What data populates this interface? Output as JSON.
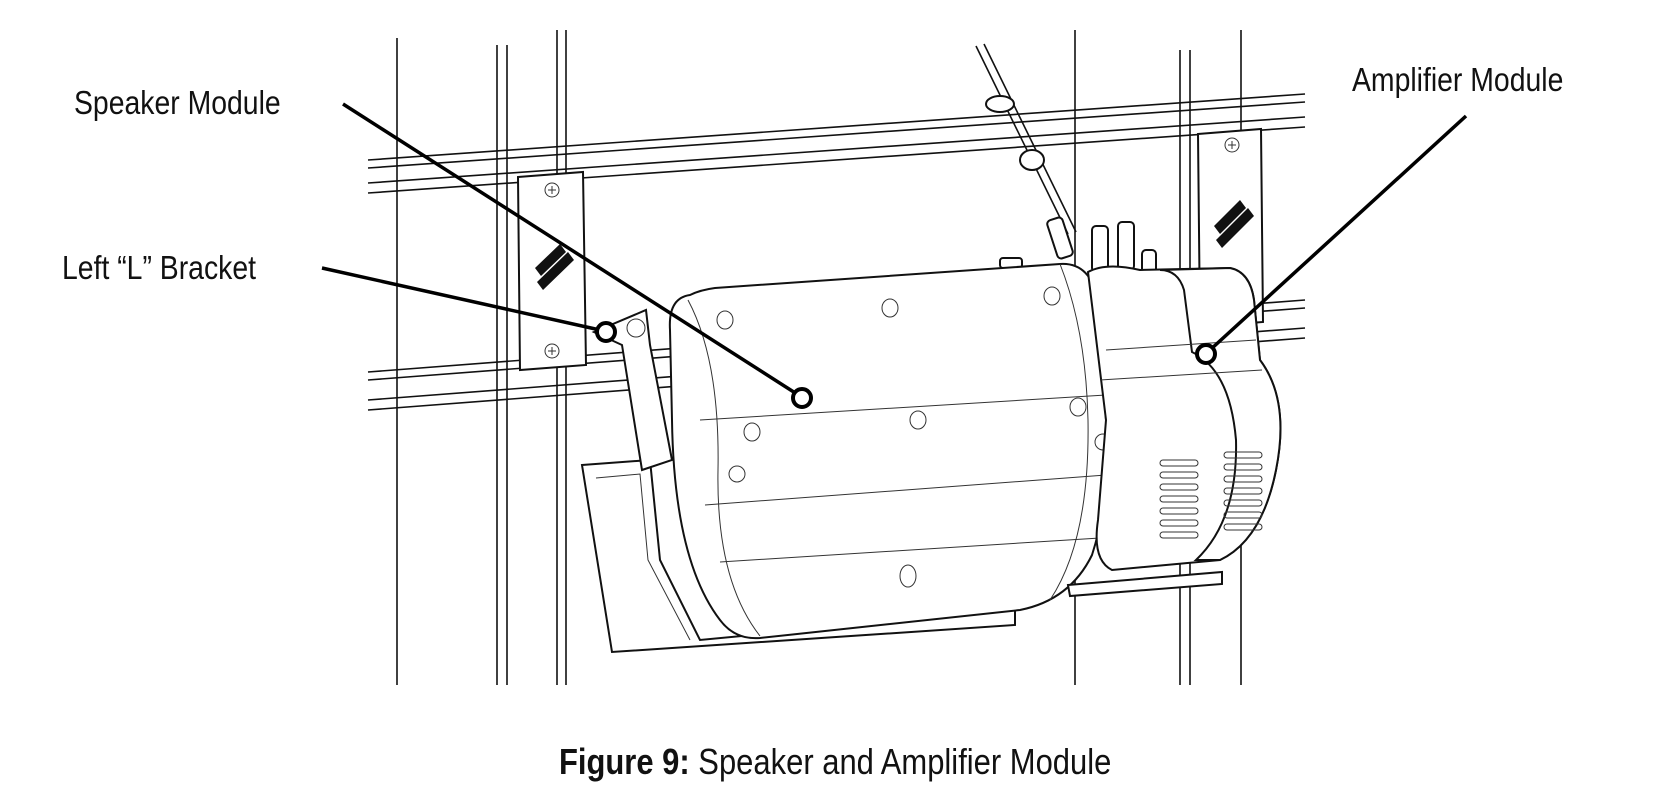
{
  "callouts": {
    "speaker_module": "Speaker Module",
    "left_bracket": "Left “L” Bracket",
    "amplifier_module": "Amplifier Module"
  },
  "caption": {
    "number": "Figure 9:",
    "text": "Speaker and Amplifier Module"
  },
  "colors": {
    "line": "#111111",
    "background": "#ffffff"
  }
}
